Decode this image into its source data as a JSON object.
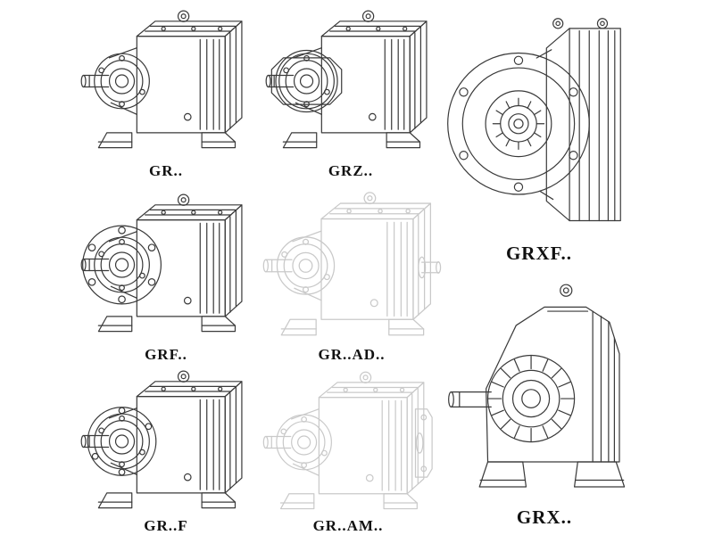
{
  "colors": {
    "background": "#ffffff",
    "line": "#3a3a3a",
    "faded": "#c9c9c9",
    "label": "#111111"
  },
  "figures": {
    "gr": {
      "label": "GR.."
    },
    "grz": {
      "label": "GRZ.."
    },
    "grxf": {
      "label": "GRXF.."
    },
    "grf": {
      "label": "GRF.."
    },
    "grad": {
      "label": "GR..AD.."
    },
    "grf2": {
      "label": "GR..F"
    },
    "gram": {
      "label": "GR..AM.."
    },
    "grx": {
      "label": "GRX.."
    }
  }
}
